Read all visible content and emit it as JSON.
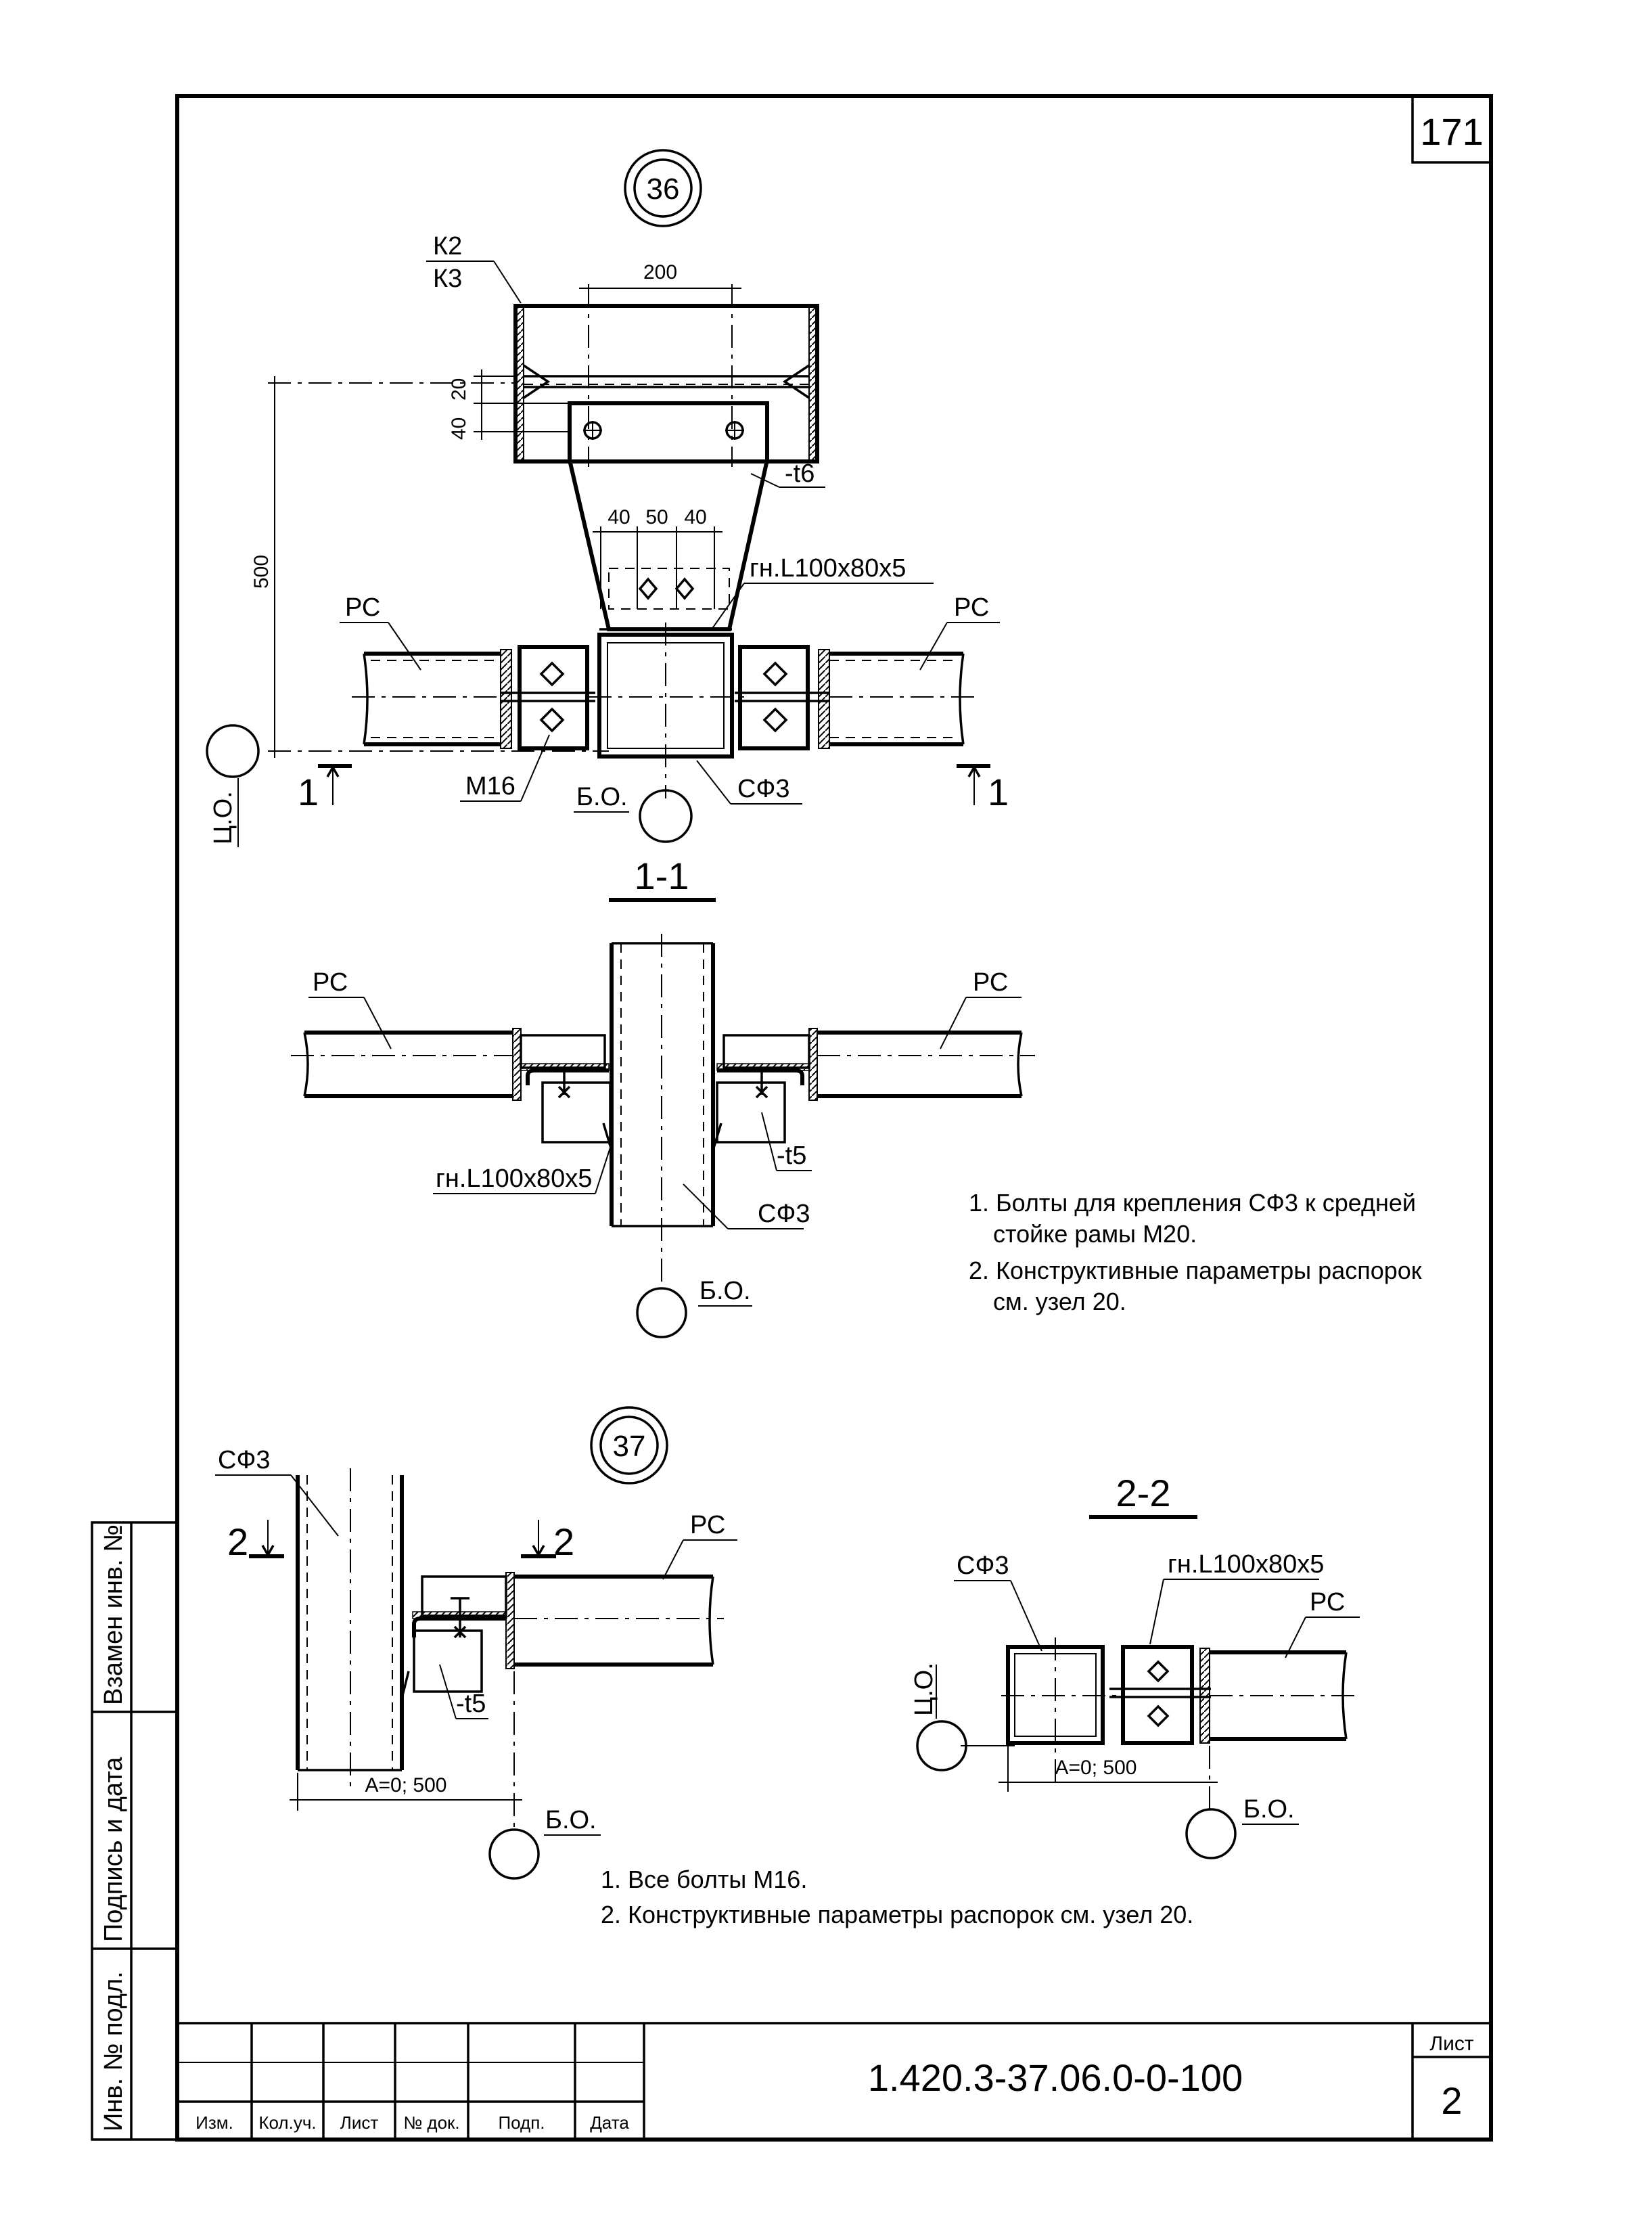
{
  "sheet": {
    "top_number": "171",
    "designation": "1.420.3-37.06.0-0-100",
    "sheet_label": "Лист",
    "sheet_number": "2"
  },
  "side_stamp": {
    "col1": "Взамен инв. №",
    "col2": "Подпись и дата",
    "col3": "Инв. № подл."
  },
  "title_block": {
    "columns": [
      "Изм.",
      "Кол.уч.",
      "Лист",
      "№ док.",
      "Подп.",
      "Дата"
    ]
  },
  "node36": {
    "callout": "36",
    "label_k2": "К2",
    "label_k3": "К3",
    "dim_200": "200",
    "dim_20": "20",
    "dim_40": "40",
    "dim_500": "500",
    "dim_40a": "40",
    "dim_50": "50",
    "dim_40b": "40",
    "plate": "-t6",
    "angle": "гн.L100x80x5",
    "rs_left": "РС",
    "rs_right": "РС",
    "bolt": "М16",
    "bo": "Б.О.",
    "sf3": "СФ3",
    "co": "Ц.О.",
    "sec_left": "1",
    "sec_right": "1"
  },
  "section11": {
    "title": "1-1",
    "rs_left": "РС",
    "rs_right": "РС",
    "angle": "гн.L100x80x5",
    "plate": "-t5",
    "sf3": "СФ3",
    "bo": "Б.О.",
    "notes": [
      "1. Болты для крепления СФ3 к средней",
      "стойке рамы М20.",
      "2. Конструктивные параметры распорок",
      "см. узел 20."
    ]
  },
  "node37": {
    "callout": "37",
    "sf3": "СФ3",
    "sec_left": "2",
    "sec_right": "2",
    "rs": "РС",
    "plate": "-t5",
    "dim": "А=0; 500",
    "bo": "Б.О.",
    "notes": [
      "1. Все болты М16.",
      "2. Конструктивные параметры распорок см. узел 20."
    ]
  },
  "section22": {
    "title": "2-2",
    "sf3": "СФ3",
    "angle": "гн.L100x80x5",
    "rs": "РС",
    "co": "Ц.О.",
    "dim": "А=0; 500",
    "bo": "Б.О."
  }
}
